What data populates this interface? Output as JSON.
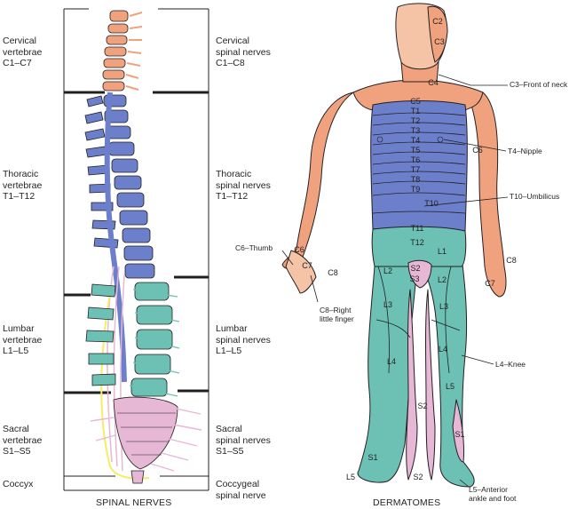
{
  "spine": {
    "caption": "SPINAL NERVES",
    "left_labels": [
      {
        "id": "cervical-vertebrae",
        "text": "Cervical\nvertebrae\nC1–C7"
      },
      {
        "id": "thoracic-vertebrae",
        "text": "Thoracic\nvertebrae\nT1–T12"
      },
      {
        "id": "lumbar-vertebrae",
        "text": "Lumbar\nvertebrae\nL1–L5"
      },
      {
        "id": "sacral-vertebrae",
        "text": "Sacral\nvertebrae\nS1–S5"
      },
      {
        "id": "coccyx",
        "text": "Coccyx"
      }
    ],
    "right_labels": [
      {
        "id": "cervical-nerves",
        "text": "Cervical\nspinal nerves\nC1–C8"
      },
      {
        "id": "thoracic-nerves",
        "text": "Thoracic\nspinal nerves\nT1–T12"
      },
      {
        "id": "lumbar-nerves",
        "text": "Lumbar\nspinal nerves\nL1–L5"
      },
      {
        "id": "sacral-nerves",
        "text": "Sacral\nspinal nerves\nS1–S5"
      },
      {
        "id": "coccygeal-nerve",
        "text": "Coccygeal\nspinal nerve"
      }
    ]
  },
  "body": {
    "caption": "DERMATOMES",
    "zones": {
      "c2": "C2",
      "c3": "C3",
      "c4": "C4",
      "c5": "C5",
      "t1": "T1",
      "t2": "T2",
      "t3": "T3",
      "t4": "T4",
      "t5": "T5",
      "t6": "T6",
      "t7": "T7",
      "t8": "T8",
      "t9": "T9",
      "t10": "T10",
      "t11": "T11",
      "t12": "T12",
      "l1": "L1",
      "l2_left": "L2",
      "l2_right": "L2",
      "l3_left": "L3",
      "l3_right": "L3",
      "l4_left": "L4",
      "l4_right": "L4",
      "l5_right": "L5",
      "s2_center": "S2",
      "s3": "S3",
      "s2_left_leg": "S2",
      "s1_right": "S1",
      "s1_foot": "S1",
      "l5_foot": "L5",
      "s2_foot": "S2",
      "c6_right_arm": "C6",
      "c6_hand": "C6",
      "c7_hand": "C7",
      "c8_hand": "C8",
      "c8_left_hand": "C8",
      "c7_left_hand": "C7"
    },
    "callouts": [
      {
        "id": "front-of-neck",
        "text": "C3–Front of neck"
      },
      {
        "id": "nipple",
        "text": "T4–Nipple"
      },
      {
        "id": "umbilicus",
        "text": "T10–Umbilicus"
      },
      {
        "id": "thumb",
        "text": "C6–Thumb"
      },
      {
        "id": "little-finger",
        "text": "C8–Right\nlittle finger"
      },
      {
        "id": "knee",
        "text": "L4–Knee"
      },
      {
        "id": "ankle-foot",
        "text": "L5–Anterior\nankle and foot"
      }
    ]
  },
  "colors": {
    "cervical": "#f0a27e",
    "thoracic": "#6b7fcb",
    "lumbar": "#6cc0b4",
    "sacral": "#e7b7d6",
    "coccygeal": "#f5ee62",
    "skin": "#f5c3a5",
    "line": "#231f20"
  }
}
